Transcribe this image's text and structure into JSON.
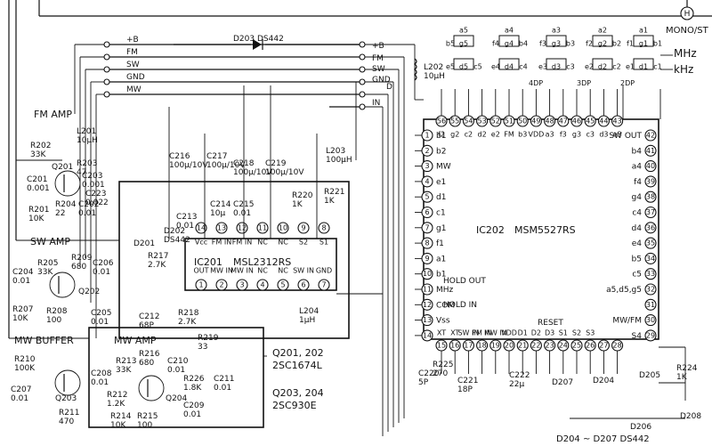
{
  "corner": {
    "mono_st": "MONO/ST",
    "h_symbol": "H"
  },
  "rails_left": [
    "+B",
    "FM",
    "SW",
    "GND",
    "MW"
  ],
  "rails_right": [
    "+B",
    "FM",
    "SW",
    "GND",
    "D",
    "IN"
  ],
  "d203": "D203  DS442",
  "display": {
    "mhz": "MHz",
    "khz": "kHz",
    "digits": [
      {
        "top": "a5",
        "left": "b5",
        "mid": "g5",
        "botl": "e5",
        "botr": "c5",
        "bot": "d5"
      },
      {
        "top": "a4",
        "left": "f4",
        "mid": "g4",
        "right": "b4",
        "botl": "e4",
        "botr": "c4",
        "bot": "d4"
      },
      {
        "top": "a3",
        "left": "f3",
        "mid": "g3",
        "right": "b3",
        "botl": "e3",
        "botr": "c3",
        "bot": "d3"
      },
      {
        "top": "a2",
        "left": "f2",
        "mid": "g2",
        "right": "b2",
        "botl": "e2",
        "botr": "c2",
        "bot": "d2"
      },
      {
        "top": "a1",
        "left": "f1",
        "mid": "g1",
        "right": "b1",
        "botl": "e1",
        "botr": "c1",
        "bot": "d1"
      }
    ],
    "dp": [
      "4DP",
      "3DP",
      "2DP"
    ]
  },
  "l202": {
    "name": "L202",
    "value": "10µH"
  },
  "ic202": {
    "name": "IC202",
    "part": "MSM5527RS",
    "top_pins": [
      "56",
      "55",
      "54",
      "53",
      "52",
      "51",
      "50",
      "49",
      "48",
      "47",
      "46",
      "45",
      "44",
      "43"
    ],
    "top_labels": [
      "f2",
      "g2",
      "c2",
      "d2",
      "e2",
      "FM",
      "b3",
      "VDD",
      "a3",
      "f3",
      "g3",
      "c3",
      "d3",
      "e3"
    ],
    "left_pins": [
      "1",
      "2",
      "3",
      "4",
      "5",
      "6",
      "7",
      "8",
      "9",
      "10",
      "11",
      "12",
      "13",
      "14"
    ],
    "left_labels": [
      "b1",
      "b2",
      "MW",
      "e1",
      "d1",
      "c1",
      "g1",
      "f1",
      "a1",
      "b1",
      "MHz",
      "COM",
      "Vss",
      ""
    ],
    "right_pins": [
      "42",
      "41",
      "40",
      "39",
      "38",
      "37",
      "36",
      "35",
      "34",
      "33",
      "32",
      "31",
      "30",
      "29"
    ],
    "right_labels": [
      "SW OUT",
      "b4",
      "a4",
      "f4",
      "g4",
      "c4",
      "d4",
      "e4",
      "b5",
      "c5",
      "a5,d5,g5",
      "",
      "MW/FM",
      "S4"
    ],
    "bottom_pins": [
      "15",
      "16",
      "17",
      "18",
      "19",
      "20",
      "21",
      "22",
      "23",
      "24",
      "25",
      "26",
      "27",
      "28"
    ],
    "bottom_labels": [
      "XT",
      "XT",
      "SW IN",
      "FM IN",
      "MW IN",
      "VDD",
      "D1",
      "D2",
      "D3",
      "S1",
      "S2",
      "S3",
      "",
      ""
    ],
    "hold_out": "HOLD OUT",
    "hold_in": "HOLD IN",
    "reset": "RESET"
  },
  "ic201": {
    "name": "IC201",
    "part": "MSL2312RS",
    "top_pins": [
      "14",
      "13",
      "12",
      "11",
      "10",
      "9",
      "8"
    ],
    "top_labels": [
      "Vcc",
      "FM IN",
      "FM IN",
      "NC",
      "NC",
      "S2",
      "S1"
    ],
    "bottom_pins": [
      "1",
      "2",
      "3",
      "4",
      "5",
      "6",
      "7"
    ],
    "bottom_labels": [
      "OUT",
      "MW IN",
      "MW IN",
      "NC",
      "NC",
      "SW IN",
      "GND"
    ]
  },
  "sections": {
    "fm_amp": "FM AMP",
    "sw_amp": "SW  AMP",
    "mw_buffer": "MW  BUFFER",
    "mw_amp": "MW   AMP"
  },
  "transistor_notes": [
    "Q201, 202",
    "2SC1674L",
    "Q203, 204",
    "2SC930E"
  ],
  "components": [
    {
      "id": "L201",
      "value": "10µH"
    },
    {
      "id": "R202",
      "value": "33K"
    },
    {
      "id": "R203",
      "value": "47"
    },
    {
      "id": "C203",
      "value": "0.001"
    },
    {
      "id": "C201",
      "value": "0.001"
    },
    {
      "id": "R201",
      "value": "10K"
    },
    {
      "id": "R204",
      "value": "22"
    },
    {
      "id": "C202",
      "value": "0.01"
    },
    {
      "id": "C223",
      "value": "0.022"
    },
    {
      "id": "Q201",
      "value": ""
    },
    {
      "id": "C216",
      "value": "100µ/10V"
    },
    {
      "id": "C217",
      "value": "100µ/10V"
    },
    {
      "id": "C218",
      "value": "100µ/10V"
    },
    {
      "id": "C219",
      "value": "100µ/10V"
    },
    {
      "id": "L203",
      "value": "100µH"
    },
    {
      "id": "R220",
      "value": "1K"
    },
    {
      "id": "R221",
      "value": "1K"
    },
    {
      "id": "C213",
      "value": "0.01"
    },
    {
      "id": "C214",
      "value": "10µ"
    },
    {
      "id": "C215",
      "value": "0.01"
    },
    {
      "id": "D201",
      "value": ""
    },
    {
      "id": "D202",
      "value": "DS442"
    },
    {
      "id": "R205",
      "value": "33K"
    },
    {
      "id": "R209",
      "value": "680"
    },
    {
      "id": "C206",
      "value": "0.01"
    },
    {
      "id": "C204",
      "value": "0.01"
    },
    {
      "id": "Q202",
      "value": ""
    },
    {
      "id": "R207",
      "value": "10K"
    },
    {
      "id": "R208",
      "value": "100"
    },
    {
      "id": "C205",
      "value": "0.01"
    },
    {
      "id": "R217",
      "value": "2.7K"
    },
    {
      "id": "C212",
      "value": "68P"
    },
    {
      "id": "R218",
      "value": "2.7K"
    },
    {
      "id": "L204",
      "value": "1µH"
    },
    {
      "id": "R219",
      "value": "33"
    },
    {
      "id": "R210",
      "value": "100K"
    },
    {
      "id": "C207",
      "value": "0.01"
    },
    {
      "id": "Q203",
      "value": ""
    },
    {
      "id": "R211",
      "value": "470"
    },
    {
      "id": "C208",
      "value": "0.01"
    },
    {
      "id": "R213",
      "value": "33K"
    },
    {
      "id": "R212",
      "value": "1.2K"
    },
    {
      "id": "R214",
      "value": "10K"
    },
    {
      "id": "R216",
      "value": "680"
    },
    {
      "id": "C210",
      "value": "0.01"
    },
    {
      "id": "R215",
      "value": "100"
    },
    {
      "id": "C209",
      "value": "0.01"
    },
    {
      "id": "R226",
      "value": "1.8K"
    },
    {
      "id": "C211",
      "value": "0.01"
    },
    {
      "id": "Q204",
      "value": ""
    },
    {
      "id": "R225",
      "value": "270"
    },
    {
      "id": "C220",
      "value": "5P"
    },
    {
      "id": "C221",
      "value": "18P"
    },
    {
      "id": "C222",
      "value": "22µ"
    },
    {
      "id": "D207",
      "value": ""
    },
    {
      "id": "D204",
      "value": ""
    },
    {
      "id": "D205",
      "value": ""
    },
    {
      "id": "R224",
      "value": "1K"
    },
    {
      "id": "D208",
      "value": ""
    },
    {
      "id": "D206",
      "value": ""
    }
  ],
  "diode_note": "D204 ~ D207  DS442"
}
